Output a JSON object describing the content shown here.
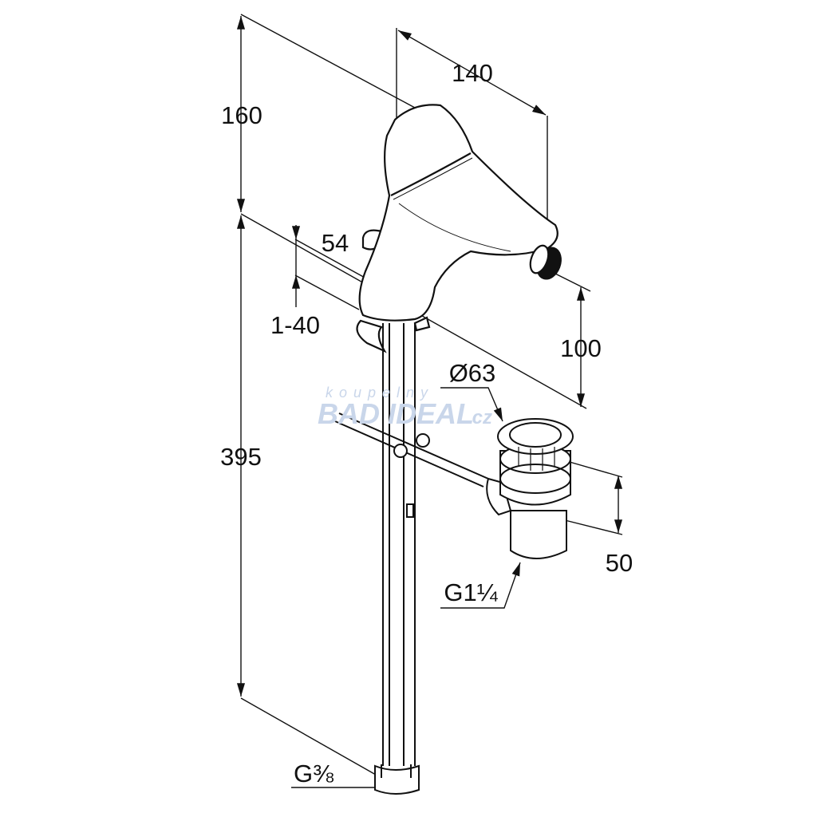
{
  "drawing": {
    "dimensions": {
      "top_height": "160",
      "total_height": "395",
      "spout_reach": "140",
      "body_width": "54",
      "deck_thickness": "1-40",
      "spout_height": "100",
      "drain_diameter": "Ø63",
      "drain_height": "50",
      "drain_thread": "G1¼",
      "supply_thread": "G⅜"
    },
    "watermark": {
      "line1": "koupelny",
      "line2": "BAD IDEAL",
      "line3": ".cz"
    },
    "colors": {
      "line": "#111111",
      "watermark": "#c9d6ea"
    }
  }
}
